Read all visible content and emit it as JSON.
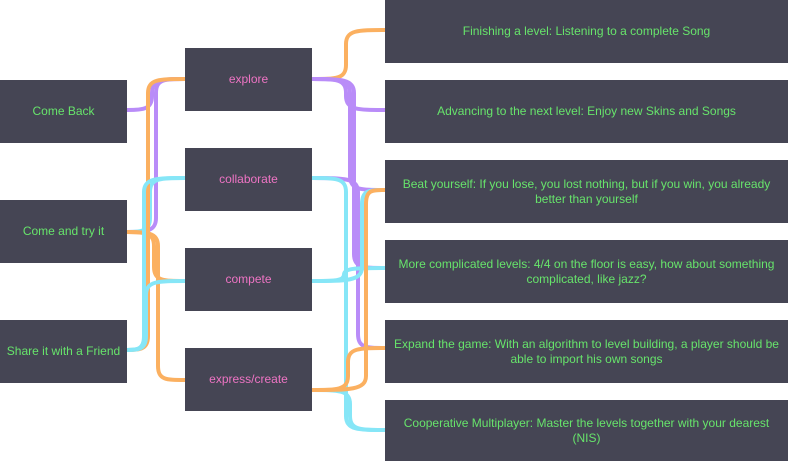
{
  "motivations": {
    "come_back": "Come Back",
    "come_try": "Come and try it",
    "share": "Share it with a Friend"
  },
  "activities": {
    "explore": "explore",
    "collaborate": "collaborate",
    "compete": "compete",
    "express": "express/create"
  },
  "goals": {
    "g1": "Finishing a level: Listening to a complete Song",
    "g2": "Advancing to the next level: Enjoy new Skins and Songs",
    "g3": "Beat yourself: If you lose, you lost nothing, but if you win, you already better than yourself",
    "g4": "More complicated levels: 4/4 on the floor is easy, how about something complicated, like jazz?",
    "g5": "Expand the game: With an algorithm to level building, a player should be able to import his own songs",
    "g6": "Cooperative Multiplayer: Master the levels together with your dearest (NIS)"
  },
  "colors": {
    "node_bg": "#454554",
    "motivation_text": "#67e46b",
    "activity_text": "#ee74c4",
    "goal_text": "#67e46b",
    "edge_purple": "#b98cf8",
    "edge_orange": "#fbb060",
    "edge_cyan": "#86e6f7"
  }
}
